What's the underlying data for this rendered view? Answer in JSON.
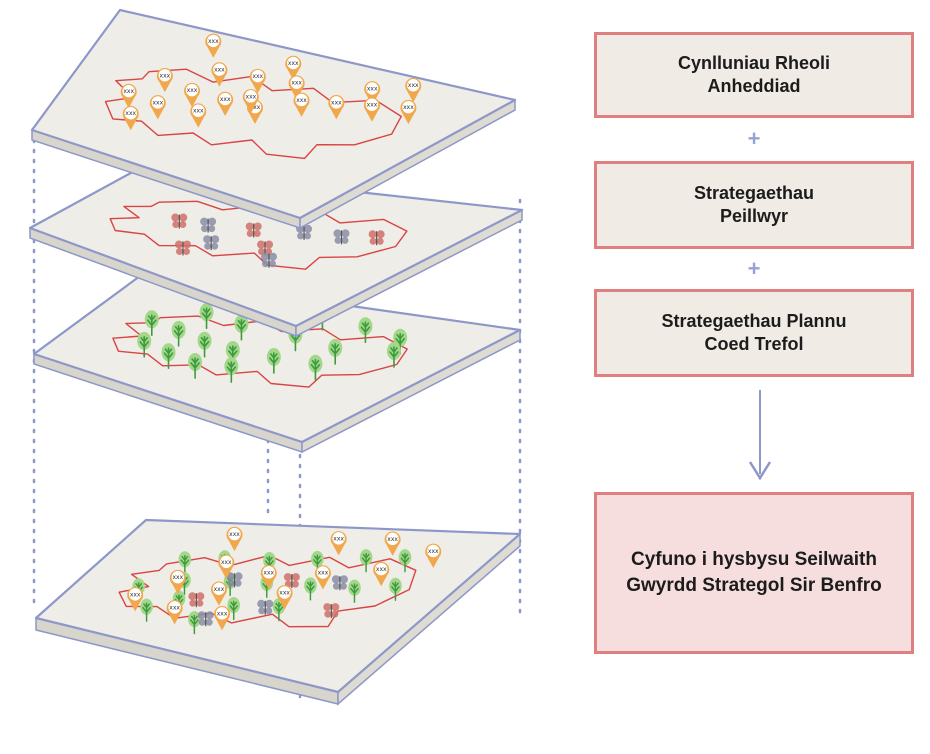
{
  "colors": {
    "box_border": "#e07f80",
    "box_fill": "#f0ebe4",
    "final_box_fill": "#f6dede",
    "layer_fill": "#efede7",
    "layer_edge": "#8d97c8",
    "map_outline": "#d94444",
    "pin": "#f1a84c",
    "tree": "#3e9a3e",
    "foliage": "#a3d88a",
    "pollinator_red": "#cf6f68",
    "pollinator_grey": "#8a8ca6",
    "operator": "#97a3d6"
  },
  "boxes": [
    {
      "line1": "Cynlluniau Rheoli",
      "line2": "Anheddiad"
    },
    {
      "line1": "Strategaethau",
      "line2": "Peillwyr"
    },
    {
      "line1": "Strategaethau Plannu",
      "line2": "Coed Trefol"
    },
    {
      "line1": "Cyfuno i hysbysu Seilwaith",
      "line2": "Gwyrdd Strategol Sir Benfro"
    }
  ],
  "operators": [
    "+",
    "+"
  ],
  "pin_label": "xxx",
  "icons": {
    "pin": "map-pin-icon",
    "pollinator": "butterfly-icon",
    "tree": "tree-icon",
    "arrow": "arrow-down-icon"
  }
}
